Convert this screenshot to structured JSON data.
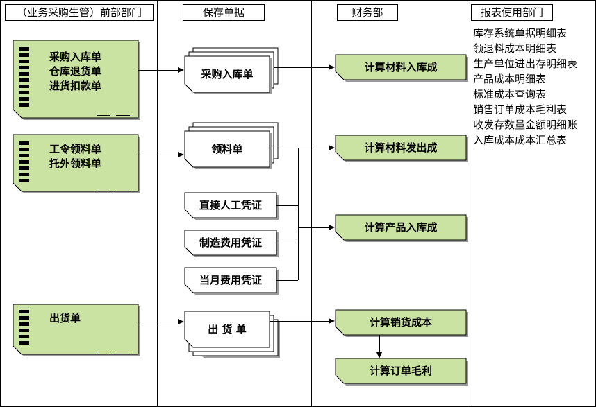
{
  "lanes": [
    {
      "title": "（业务采购生管）前部部门"
    },
    {
      "title": "保存单据"
    },
    {
      "title": "财务部"
    },
    {
      "title": "报表使用部门"
    }
  ],
  "source_notes": [
    {
      "lines": [
        "采购入库单",
        "仓库退货单",
        "进货扣款单"
      ]
    },
    {
      "lines": [
        "工令领料单",
        "托外领料单"
      ]
    },
    {
      "lines": [
        "出货单"
      ]
    }
  ],
  "documents": {
    "stacks": [
      {
        "label": "采购入库单"
      },
      {
        "label": "领料单"
      },
      {
        "label": "出 货 单"
      }
    ],
    "singles": [
      {
        "label": "直接人工凭证"
      },
      {
        "label": "制造费用凭证"
      },
      {
        "label": "当月费用凭证"
      }
    ]
  },
  "finance_tasks": [
    {
      "label": "计算材料入库成"
    },
    {
      "label": "计算材料发出成"
    },
    {
      "label": "计算产品入库成"
    },
    {
      "label": "计算销货成本"
    },
    {
      "label": "计算订单毛利"
    }
  ],
  "reports": [
    "库存系统单据明细表",
    "领退料成本明细表",
    "生产单位进出存明细表",
    "产品成本明细表",
    "标准成本查询表",
    "销售订单成本毛利表",
    "收发存数量金额明细账",
    "入库成本成本汇总表"
  ],
  "colors": {
    "shape_green": "#cbe3a2",
    "shadow": "#9a9a9a",
    "border": "#000000"
  }
}
